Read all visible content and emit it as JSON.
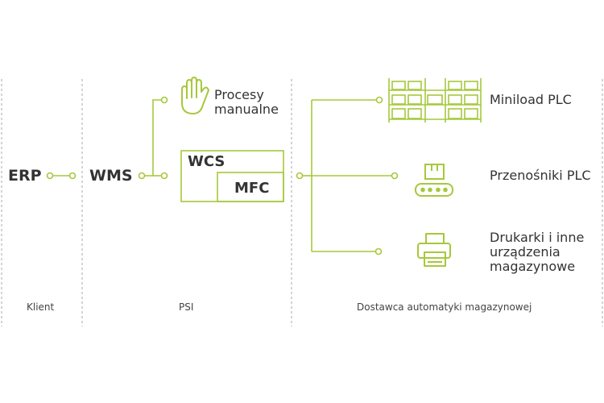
{
  "nodes": {
    "erp": "ERP",
    "wms": "WMS",
    "manual": [
      "Procesy",
      "manualne"
    ],
    "wcs": "WCS",
    "mfc": "MFC",
    "miniload": "Miniload PLC",
    "conveyors": "Przenośniki PLC",
    "printers": [
      "Drukarki i inne",
      "urządzenia",
      "magazynowe"
    ]
  },
  "zones": {
    "client": "Klient",
    "psi": "PSI",
    "vendor": "Dostawca automatyki magazynowej"
  },
  "icons": {
    "manual": "hand-icon",
    "miniload": "shelving-rack-icon",
    "conveyors": "conveyor-box-icon",
    "printers": "printer-icon"
  },
  "colors": {
    "accent": "#a6c83c",
    "divider": "#a8a8a8",
    "text": "#333333"
  }
}
